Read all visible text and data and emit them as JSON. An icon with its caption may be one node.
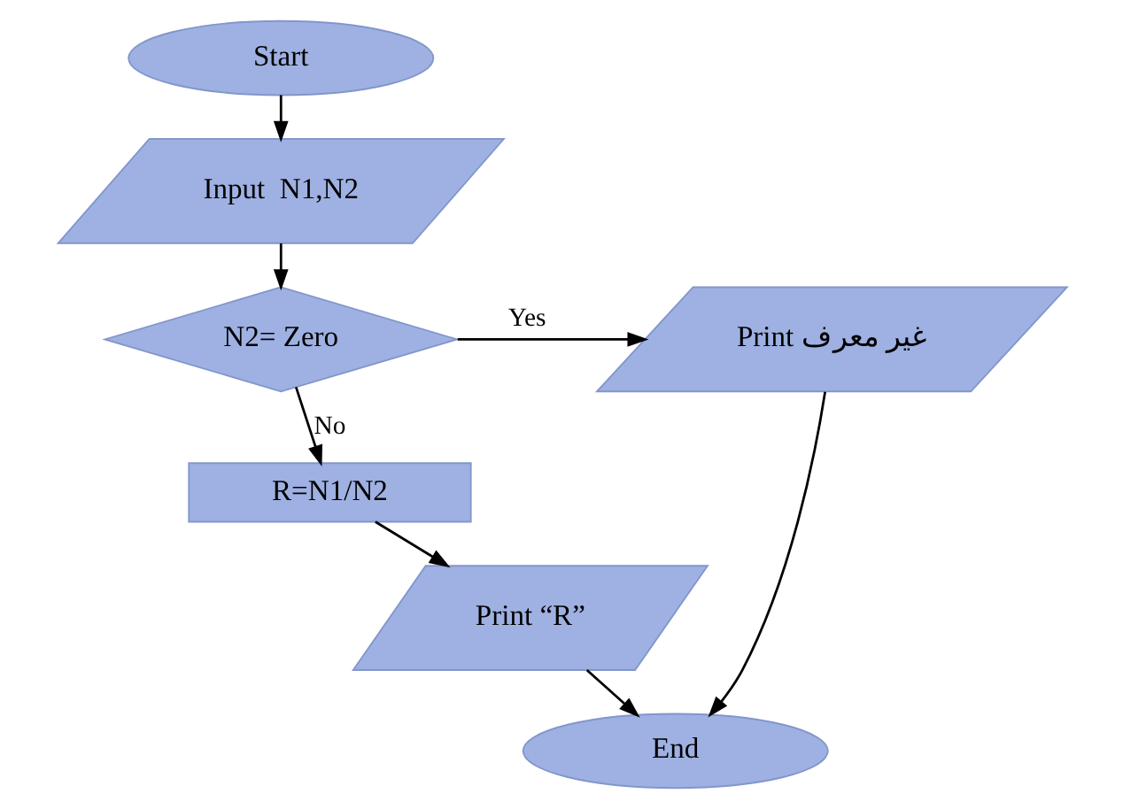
{
  "diagram": {
    "nodes": [
      {
        "text": [
          "Start"
        ]
      },
      {
        "text": [
          "Input  N1,N2"
        ]
      },
      {
        "text": [
          "N2= Zero"
        ]
      },
      {
        "text": [
          "Print غير معرف"
        ]
      },
      {
        "text": [
          "R=N1/N2"
        ]
      },
      {
        "text": [
          "Print “R”"
        ]
      },
      {
        "text": [
          "End"
        ]
      }
    ],
    "edges": [
      {
        "from": 0,
        "to": 1,
        "arrow": "to"
      },
      {
        "from": 1,
        "to": 2,
        "arrow": "to"
      },
      {
        "from": 2,
        "to": 3,
        "arrow": "to",
        "label": "Yes"
      },
      {
        "from": 2,
        "to": 4,
        "arrow": "to",
        "label": "No"
      },
      {
        "from": 4,
        "to": 5,
        "arrow": "to"
      },
      {
        "from": 5,
        "to": 6,
        "arrow": "to"
      },
      {
        "from": 3,
        "to": 6,
        "arrow": "to"
      }
    ]
  }
}
